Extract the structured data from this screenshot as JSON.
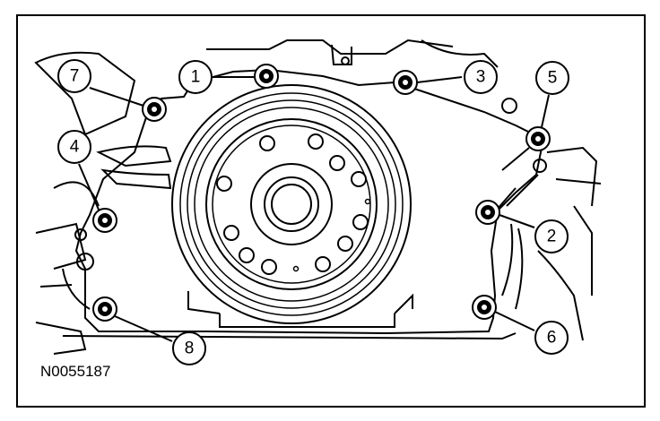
{
  "figure": {
    "code": "N0055187",
    "callouts": [
      "1",
      "2",
      "3",
      "4",
      "5",
      "6",
      "7",
      "8"
    ]
  }
}
